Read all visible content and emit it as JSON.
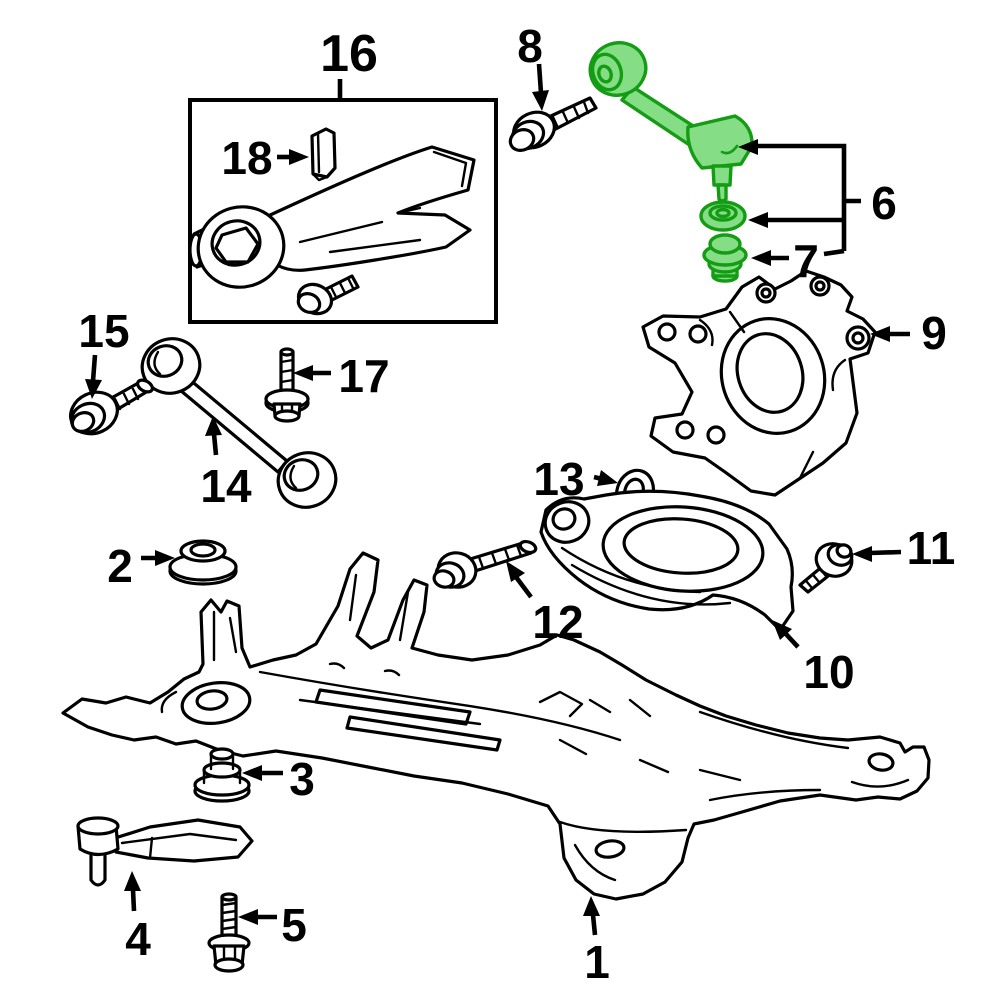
{
  "diagram": {
    "type": "exploded-parts-diagram",
    "colors": {
      "background": "#ffffff",
      "ink": "#000000",
      "highlight_fill": "#85DE85",
      "highlight_stroke": "#149C14"
    },
    "callouts": [
      {
        "label": "1",
        "part": "subframe-crossmember",
        "highlighted": false
      },
      {
        "label": "2",
        "part": "stopper-grommet",
        "highlighted": false
      },
      {
        "label": "3",
        "part": "stopper-bushing",
        "highlighted": false
      },
      {
        "label": "4",
        "part": "bracket-arm",
        "highlighted": false
      },
      {
        "label": "5",
        "part": "flange-bolt",
        "highlighted": false
      },
      {
        "label": "6",
        "part": "upper-control-arm",
        "highlighted": true
      },
      {
        "label": "7",
        "part": "arm-bushing",
        "highlighted": true
      },
      {
        "label": "8",
        "part": "flange-bolt",
        "highlighted": false
      },
      {
        "label": "9",
        "part": "steering-knuckle",
        "highlighted": false
      },
      {
        "label": "10",
        "part": "lower-control-arm",
        "highlighted": false
      },
      {
        "label": "11",
        "part": "flange-bolt",
        "highlighted": false
      },
      {
        "label": "12",
        "part": "flange-bolt",
        "highlighted": false
      },
      {
        "label": "13",
        "part": "seal-washer",
        "highlighted": false
      },
      {
        "label": "14",
        "part": "lateral-link",
        "highlighted": false
      },
      {
        "label": "15",
        "part": "flange-bolt",
        "highlighted": false
      },
      {
        "label": "16",
        "part": "trailing-arm-assembly",
        "highlighted": false
      },
      {
        "label": "17",
        "part": "stud-bolt",
        "highlighted": false
      },
      {
        "label": "18",
        "part": "arm-stopper-bracket",
        "highlighted": false
      }
    ]
  }
}
